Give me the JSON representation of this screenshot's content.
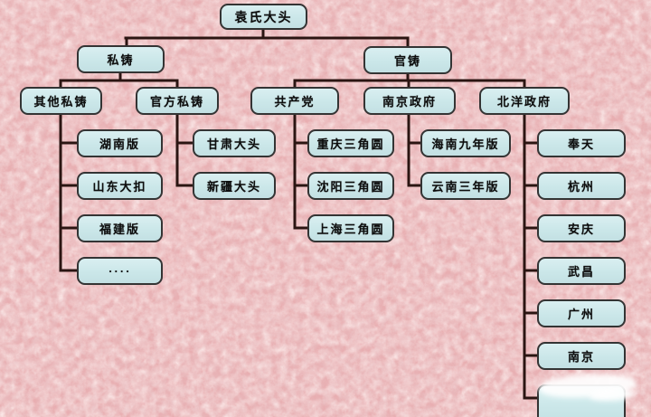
{
  "chart_title": "袁氏大头",
  "colors": {
    "background": "#e8aeb1",
    "box_fill": "#cbe7e9",
    "box_border": "#343434",
    "line": "#2b1512",
    "text": "#0d0d0d",
    "smudge": "#ffffff"
  },
  "tree": {
    "root": {
      "label": "袁氏大头"
    },
    "branches": [
      {
        "label": "私铸",
        "children": [
          {
            "label": "其他私铸",
            "leaves": [
              "湖南版",
              "山东大扣",
              "福建版",
              "····"
            ]
          },
          {
            "label": "官方私铸",
            "leaves": [
              "甘肃大头",
              "新疆大头"
            ]
          }
        ]
      },
      {
        "label": "官铸",
        "children": [
          {
            "label": "共产党",
            "leaves": [
              "重庆三角圆",
              "沈阳三角圆",
              "上海三角圆"
            ]
          },
          {
            "label": "南京政府",
            "leaves": [
              "海南九年版",
              "云南三年版"
            ]
          },
          {
            "label": "北洋政府",
            "leaves": [
              "奉天",
              "杭州",
              "安庆",
              "武昌",
              "广州",
              "南京",
              ""
            ]
          }
        ]
      }
    ]
  }
}
